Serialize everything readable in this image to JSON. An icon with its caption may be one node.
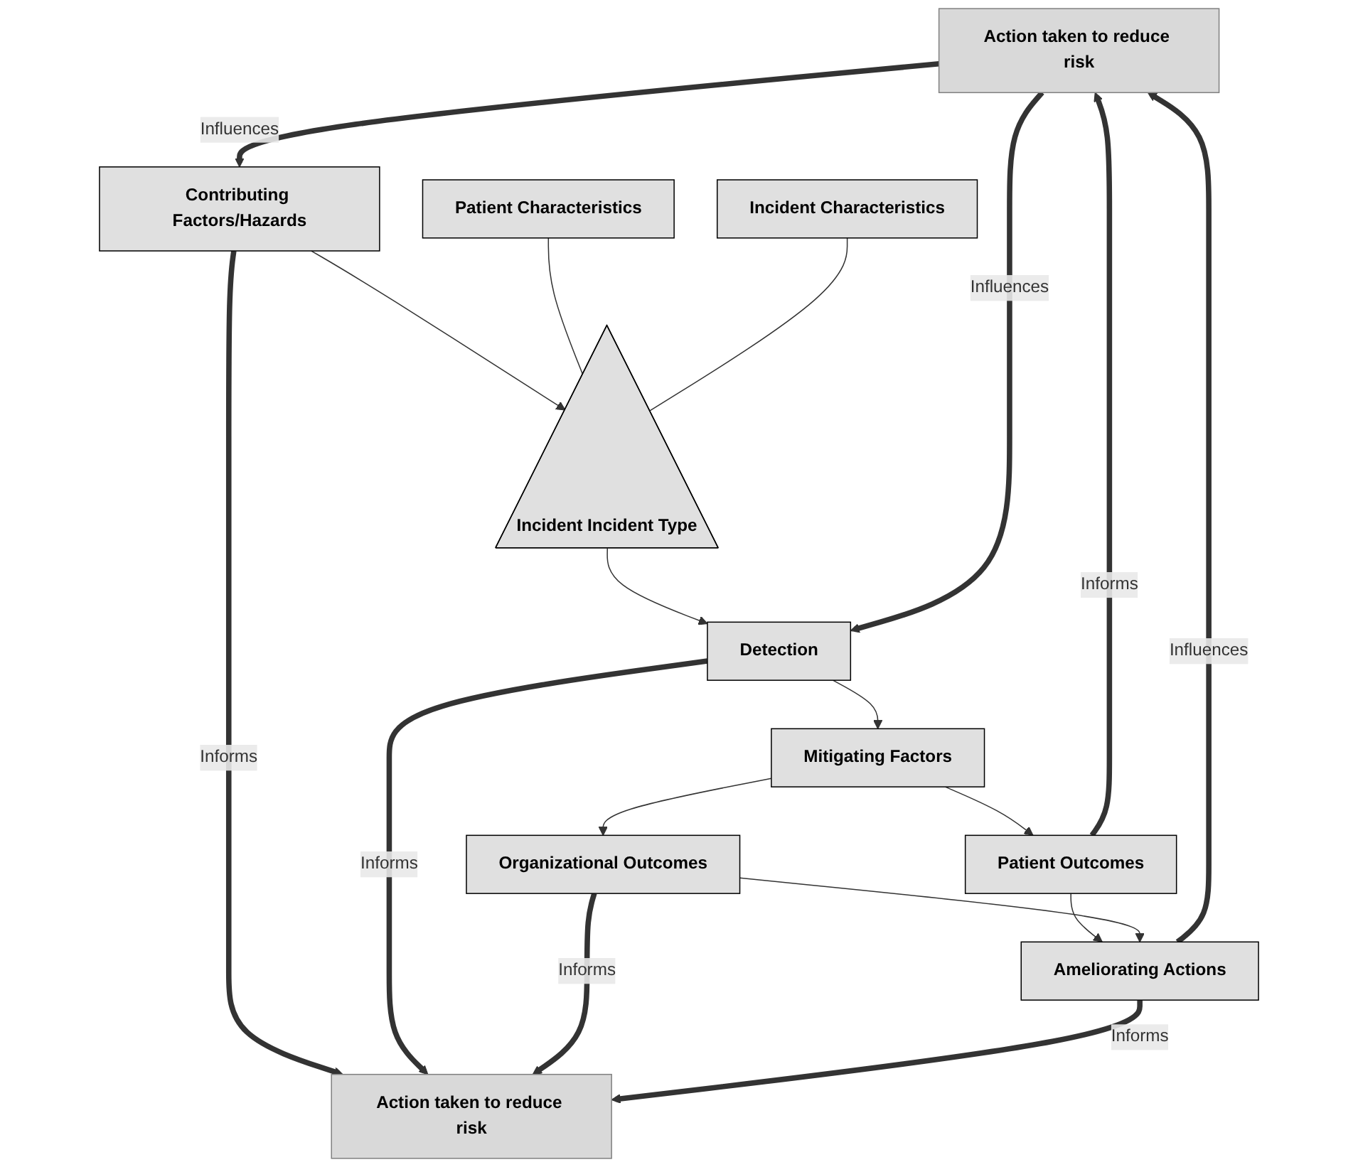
{
  "diagram": {
    "nodes": [
      {
        "text": [
          "Action taken to reduce risk"
        ]
      },
      {
        "text": [
          "Contributing Factors/Hazards"
        ]
      },
      {
        "text": [
          "Action taken to reduce risk"
        ]
      },
      {
        "text": [
          "Patient Characteristics"
        ]
      },
      {
        "text": [
          "Incident Incident Type"
        ]
      },
      {
        "text": [
          "Incident Characteristics"
        ]
      },
      {
        "text": [
          "Detection"
        ]
      },
      {
        "text": [
          "Mitigating Factors"
        ]
      },
      {
        "text": [
          "Patient Outcomes"
        ]
      },
      {
        "text": [
          "Organizational Outcomes"
        ]
      },
      {
        "text": [
          "Ameliorating Actions"
        ]
      }
    ],
    "edges": [
      {
        "from": 0,
        "to": 1,
        "arrow": "to",
        "label": "Influences",
        "style": "thick"
      },
      {
        "from": 1,
        "to": 2,
        "arrow": "to",
        "label": "Informs",
        "style": "thick"
      },
      {
        "from": 1,
        "to": 4,
        "arrow": "to"
      },
      {
        "from": 3,
        "to": 4,
        "arrow": "none"
      },
      {
        "from": 5,
        "to": 4,
        "arrow": "none"
      },
      {
        "from": 4,
        "to": 6,
        "arrow": "to"
      },
      {
        "from": 0,
        "to": 6,
        "arrow": "to",
        "label": "Influences",
        "style": "thick"
      },
      {
        "from": 6,
        "to": 2,
        "arrow": "to",
        "label": "Informs",
        "style": "thick"
      },
      {
        "from": 6,
        "to": 7,
        "arrow": "to"
      },
      {
        "from": 7,
        "to": 8,
        "arrow": "to"
      },
      {
        "from": 7,
        "to": 9,
        "arrow": "to"
      },
      {
        "from": 8,
        "to": 0,
        "arrow": "to",
        "label": "Informs",
        "style": "thick"
      },
      {
        "from": 9,
        "to": 2,
        "arrow": "to",
        "label": "Informs",
        "style": "thick"
      },
      {
        "from": 8,
        "to": 10,
        "arrow": "to"
      },
      {
        "from": 9,
        "to": 10,
        "arrow": "to"
      },
      {
        "from": 10,
        "to": 0,
        "arrow": "to",
        "label": "Influences",
        "style": "thick"
      },
      {
        "from": 10,
        "to": 2,
        "arrow": "to",
        "label": "Informs",
        "style": "thick"
      }
    ]
  }
}
